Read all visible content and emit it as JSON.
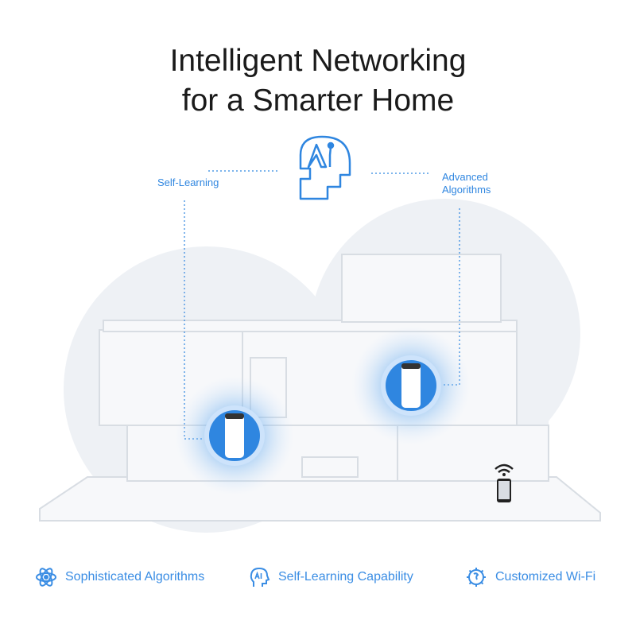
{
  "headline": {
    "line1": "Intelligent Networking",
    "line2": "for a Smarter Home"
  },
  "callouts": {
    "left": "Self-Learning",
    "right_line1": "Advanced",
    "right_line2": "Algorithms"
  },
  "features": [
    {
      "icon": "atom-icon",
      "label": "Sophisticated Algorithms"
    },
    {
      "icon": "ai-head-icon",
      "label": "Self-Learning Capability"
    },
    {
      "icon": "gear-brain-icon",
      "label": "Customized Wi-Fi"
    }
  ],
  "colors": {
    "accent": "#2f86e0",
    "title": "#1a1a1a"
  }
}
